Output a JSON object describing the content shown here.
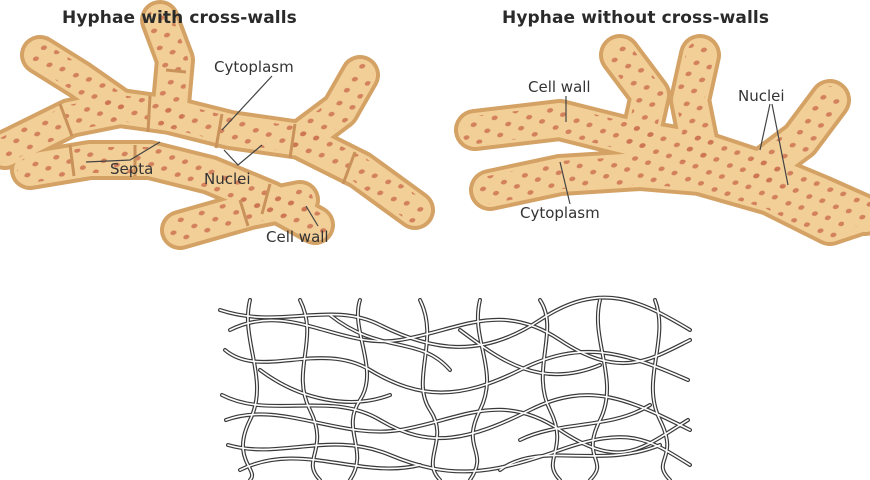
{
  "panels": {
    "left": {
      "title": "Hyphae with cross-walls",
      "labels": {
        "cytoplasm": "Cytoplasm",
        "septa": "Septa",
        "nuclei": "Nuclei",
        "cell_wall": "Cell wall"
      }
    },
    "right": {
      "title": "Hyphae without cross-walls",
      "labels": {
        "cell_wall": "Cell wall",
        "nuclei": "Nuclei",
        "cytoplasm": "Cytoplasm"
      }
    }
  },
  "colors": {
    "hypha_fill": "#f3cf98",
    "hypha_wall": "#d8a86a",
    "nucleus": "#c86a4a",
    "septum": "#c9925a",
    "mycelium_stroke": "#3a3a3a",
    "leader_line": "#444444"
  }
}
